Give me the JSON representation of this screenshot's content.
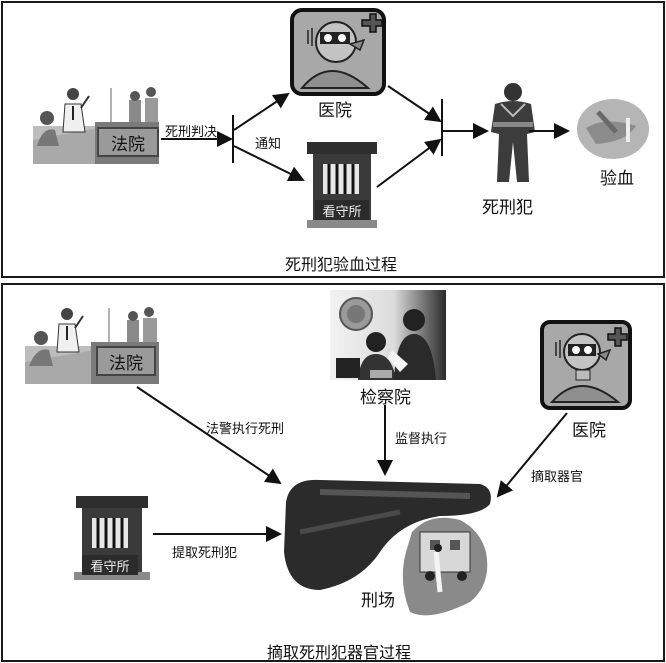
{
  "top_panel": {
    "title": "死刑犯验血过程",
    "nodes": {
      "court": "法院",
      "hospital": "医院",
      "detention_center": "看守所",
      "death_row_inmate": "死刑犯",
      "blood_test": "验血"
    },
    "edges": {
      "death_sentence": "死刑判决",
      "notify": "通知"
    }
  },
  "bottom_panel": {
    "title": "摘取死刑犯器官过程",
    "nodes": {
      "court": "法院",
      "procuratorate": "检察院",
      "hospital": "医院",
      "detention_center": "看守所",
      "execution_ground": "刑场"
    },
    "edges": {
      "bailiff_execute": "法警执行死刑",
      "supervise": "监督执行",
      "harvest_organs": "摘取器官",
      "fetch_inmate": "提取死刑犯"
    }
  },
  "icons": {
    "court": "courtroom-illustration",
    "hospital": "masked-doctor-with-red-cross",
    "detention_center": "barred-cell-building",
    "inmate": "prisoner-hands-bound",
    "blood_test": "arm-blood-draw-photo",
    "procuratorate": "prosecutors-with-emblem",
    "execution_ground": "armed-police-and-ambulance"
  }
}
